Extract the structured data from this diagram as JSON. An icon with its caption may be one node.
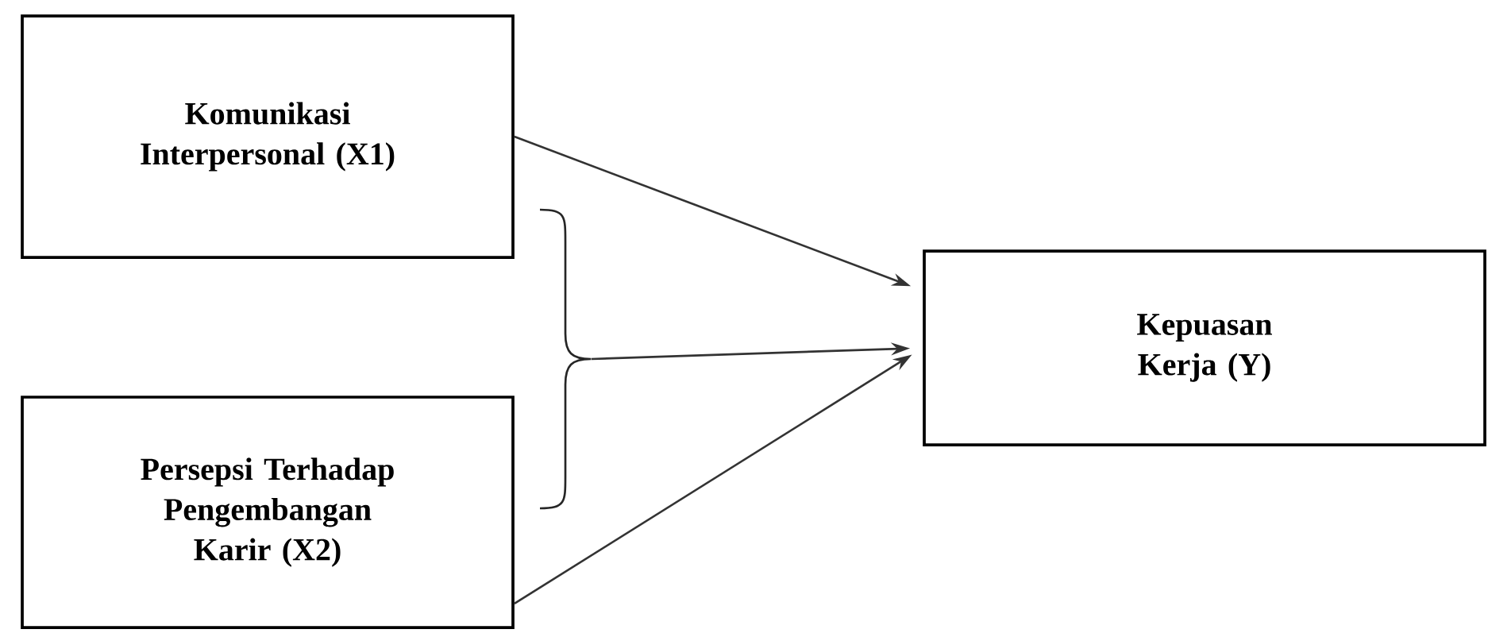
{
  "diagram": {
    "nodes": [
      {
        "text": [
          "Komunikasi Interpersonal (X1)"
        ]
      },
      {
        "text": [
          "Persepsi Terhadap Pengembangan Karir (X2)"
        ]
      },
      {
        "text": [
          "Kepuasan Kerja (Y)"
        ]
      },
      {
        "text": [],
        "shape": "brace"
      }
    ],
    "edges": [
      {
        "from": 0,
        "to": 2,
        "arrow": "to"
      },
      {
        "from": 3,
        "to": 2,
        "arrow": "to"
      },
      {
        "from": 1,
        "to": 2,
        "arrow": "to"
      }
    ]
  }
}
